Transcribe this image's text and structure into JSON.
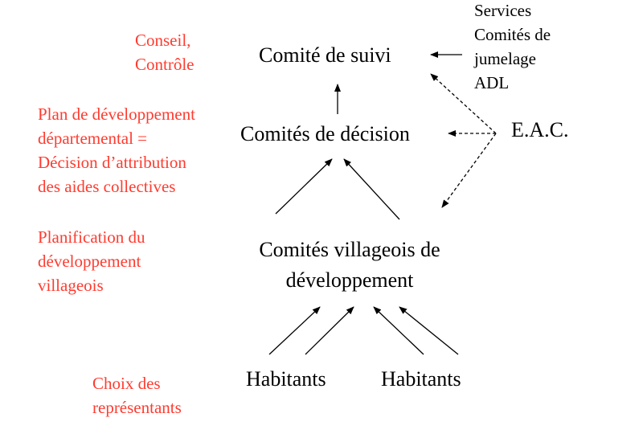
{
  "left_notes": {
    "control": [
      "Conseil,",
      "Contrôle"
    ],
    "plan": [
      "Plan de développement",
      "départemental =",
      "Décision d’attribution",
      "des aides collectives"
    ],
    "planning": [
      "Planification du",
      "développement",
      "villageois"
    ],
    "choice": [
      "Choix des",
      "représentants"
    ]
  },
  "nodes": {
    "monitoring": "Comité de suivi",
    "decision": "Comités de décision",
    "village": [
      "Comités villageois de",
      "développement"
    ],
    "inhabitants_1": "Habitants",
    "inhabitants_2": "Habitants",
    "eac": "E.A.C.",
    "services": [
      "Services",
      "Comités de",
      "jumelage",
      "ADL"
    ]
  },
  "colors": {
    "annotation": "#ff3b2f",
    "text": "#000000"
  }
}
